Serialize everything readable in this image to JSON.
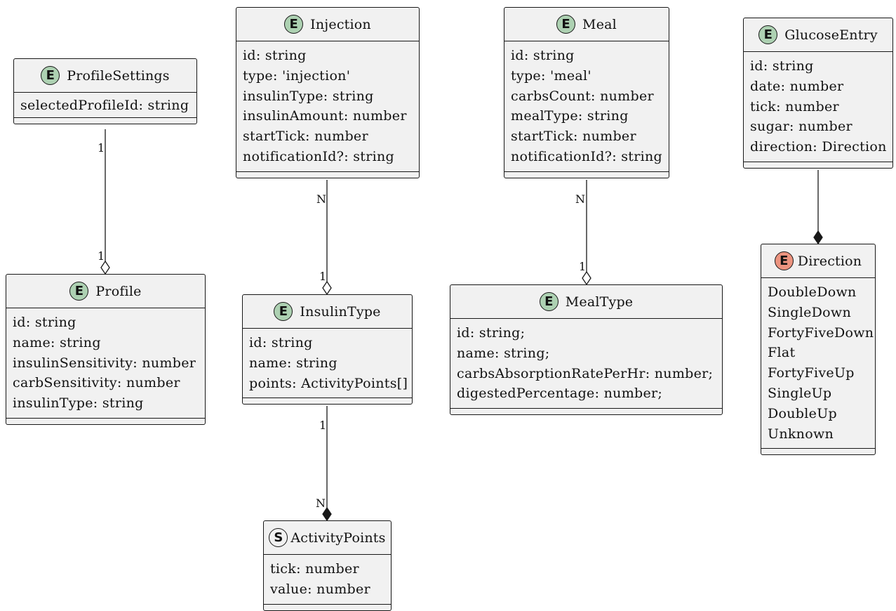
{
  "classes": {
    "profile_settings": {
      "kind": "E",
      "name": "ProfileSettings",
      "fields": [
        "selectedProfileId: string"
      ]
    },
    "profile": {
      "kind": "E",
      "name": "Profile",
      "fields": [
        "id: string",
        "name: string",
        "insulinSensitivity: number",
        "carbSensitivity: number",
        "insulinType: string"
      ]
    },
    "injection": {
      "kind": "E",
      "name": "Injection",
      "fields": [
        "id: string",
        "type: 'injection'",
        "insulinType: string",
        "insulinAmount: number",
        "startTick: number",
        "notificationId?: string"
      ]
    },
    "insulin_type": {
      "kind": "E",
      "name": "InsulinType",
      "fields": [
        "id: string",
        "name: string",
        "points: ActivityPoints[]"
      ]
    },
    "activity_points": {
      "kind": "S",
      "name": "ActivityPoints",
      "fields": [
        "tick: number",
        "value: number"
      ]
    },
    "meal": {
      "kind": "E",
      "name": "Meal",
      "fields": [
        "id: string",
        "type: 'meal'",
        "carbsCount: number",
        "mealType: string",
        "startTick: number",
        "notificationId?: string"
      ]
    },
    "meal_type": {
      "kind": "E",
      "name": "MealType",
      "fields": [
        "id: string;",
        "name: string;",
        "carbsAbsorptionRatePerHr: number;",
        "digestedPercentage: number;"
      ]
    },
    "glucose_entry": {
      "kind": "E",
      "name": "GlucoseEntry",
      "fields": [
        "id: string",
        "date: number",
        "tick: number",
        "sugar: number",
        "direction: Direction"
      ]
    },
    "direction": {
      "kind": "E",
      "name": "Direction",
      "fields": [
        "DoubleDown",
        "SingleDown",
        "FortyFiveDown",
        "Flat",
        "FortyFiveUp",
        "SingleUp",
        "DoubleUp",
        "Unknown"
      ]
    }
  },
  "relations": [
    {
      "from": "profile_settings",
      "to": "profile",
      "type": "aggregation",
      "from_mult": "1",
      "to_mult": "1"
    },
    {
      "from": "injection",
      "to": "insulin_type",
      "type": "aggregation",
      "from_mult": "N",
      "to_mult": "1"
    },
    {
      "from": "meal",
      "to": "meal_type",
      "type": "aggregation",
      "from_mult": "N",
      "to_mult": "1"
    },
    {
      "from": "insulin_type",
      "to": "activity_points",
      "type": "composition",
      "from_mult": "1",
      "to_mult": "N"
    },
    {
      "from": "glucose_entry",
      "to": "direction",
      "type": "composition",
      "from_mult": "",
      "to_mult": ""
    }
  ],
  "colors": {
    "entity_badge": "#add1b2",
    "enum_badge": "#eb937f",
    "struct_badge": "#f1f1f1",
    "box_fill": "#f1f1f1",
    "line": "#181818"
  }
}
